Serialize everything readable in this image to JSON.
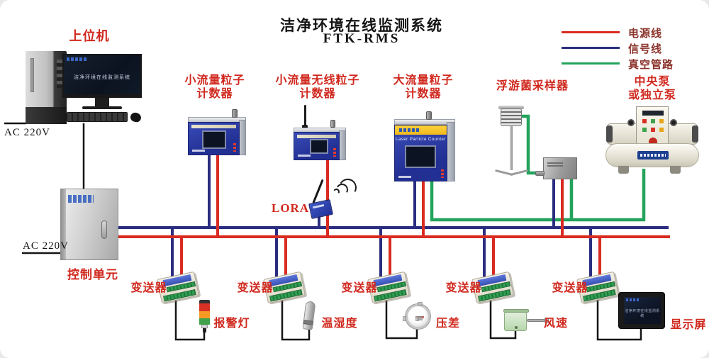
{
  "title": {
    "line1": "洁净环境在线监测系统",
    "line2": "FTK-RMS"
  },
  "legend": [
    {
      "label": "电源线",
      "color": "#d92b21",
      "type": "power-line"
    },
    {
      "label": "信号线",
      "color": "#2b2e80",
      "type": "signal-line"
    },
    {
      "label": "真空管路",
      "color": "#23a35c",
      "type": "vacuum-pipeline"
    }
  ],
  "host_computer": {
    "label": "上位机",
    "power_label": "AC 220V",
    "monitor_screen_text": "洁净环境在线监测系统"
  },
  "control_unit": {
    "label": "控制单元",
    "power_label": "AC 220V"
  },
  "devices": {
    "small_particle_counter": {
      "label_line1": "小流量粒子",
      "label_line2": "计数器"
    },
    "wireless_particle_counter": {
      "label_line1": "小流量无线粒子",
      "label_line2": "计数器"
    },
    "large_particle_counter": {
      "label_line1": "大流量粒子",
      "label_line2": "计数器",
      "front_text": "Laser Particle Counter"
    },
    "bacteria_sampler": {
      "label": "浮游菌采样器"
    },
    "pump": {
      "label_line1": "中央泵",
      "label_line2": "或独立泵"
    },
    "lora_module": {
      "label": "LORA"
    }
  },
  "transmitters": {
    "label": "变送器",
    "count": 5
  },
  "field_devices": [
    {
      "name": "alarm-light",
      "label": "报警灯"
    },
    {
      "name": "temp-humidity",
      "label": "温湿度"
    },
    {
      "name": "diff-pressure",
      "label": "压差"
    },
    {
      "name": "wind-speed",
      "label": "风速"
    },
    {
      "name": "display-screen",
      "label": "显示屏",
      "screen_text": "洁净环境在线监测系统"
    }
  ],
  "line_colors": {
    "power": "#d92b21",
    "signal": "#2b2e80",
    "vacuum": "#23a35c"
  }
}
